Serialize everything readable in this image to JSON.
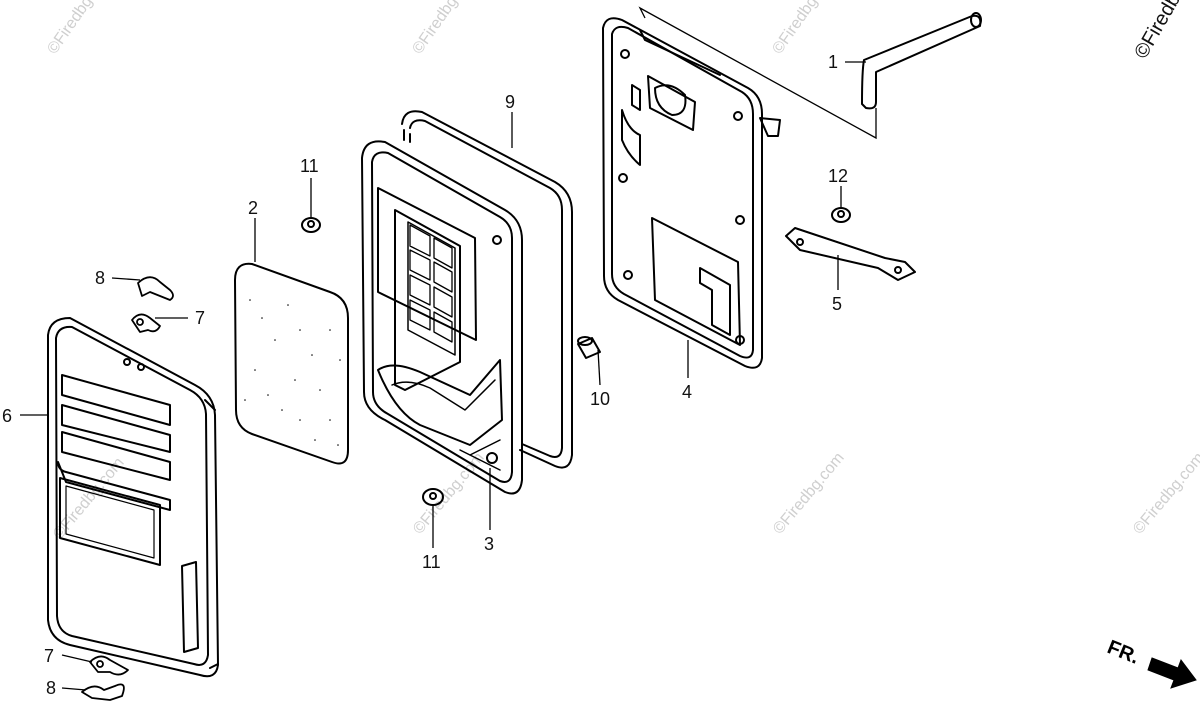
{
  "watermarks": [
    "©Firedbg",
    "©Firedbg",
    "©Firedbg",
    "©Firedbg",
    "©Firedbg.com",
    "©Firedbg.com",
    "©Firedbg.com",
    "©Firedbg.com"
  ],
  "direction_label": "FR.",
  "callouts": [
    "1",
    "2",
    "3",
    "4",
    "5",
    "6",
    "7",
    "7",
    "8",
    "8",
    "9",
    "10",
    "11",
    "11",
    "12"
  ]
}
